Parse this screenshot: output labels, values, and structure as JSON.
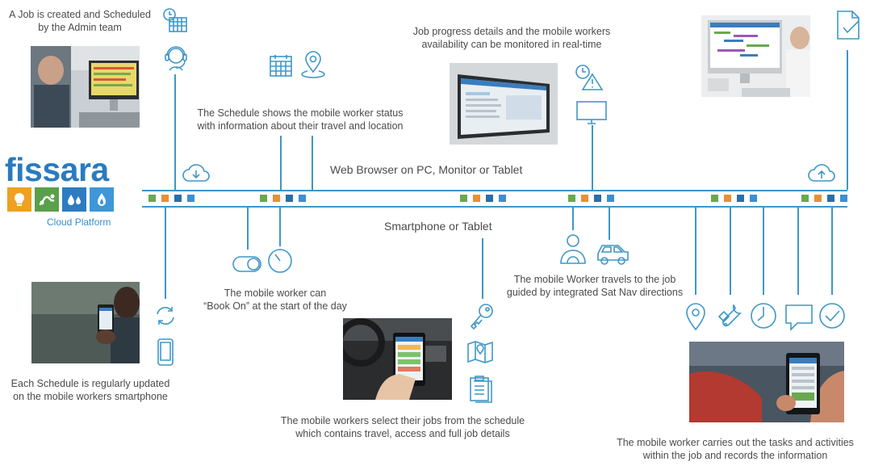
{
  "brand": {
    "name": "fissara",
    "subtitle": "Cloud Platform"
  },
  "bands": {
    "top_label": "Web Browser on PC, Monitor or Tablet",
    "bottom_label": "Smartphone or Tablet"
  },
  "captions": {
    "job_created_1": "A Job is created and Scheduled",
    "job_created_2": "by the Admin team",
    "schedule_status_1": "The Schedule shows the mobile worker status",
    "schedule_status_2": "with information about their travel and location",
    "progress_1": "Job progress details and the mobile workers",
    "progress_2": "availability can be monitored in real-time",
    "book_on_1": "The mobile worker can",
    "book_on_2": "“Book On” at the start of the day",
    "schedule_updated_1": "Each Schedule is regularly updated",
    "schedule_updated_2": "on the mobile workers smartphone",
    "select_jobs_1": "The mobile workers select their jobs from the schedule",
    "select_jobs_2": "which contains travel, access and full job details",
    "travels_1": "The mobile Worker travels to the job",
    "travels_2": "guided by integrated Sat Nav directions",
    "carries_out_1": "The mobile worker carries out the tasks and activities",
    "carries_out_2": "within the job and records the information"
  },
  "colors": {
    "line": "#3f97c6",
    "green": "#6aa84f",
    "orange": "#e69138",
    "blue": "#2a6fa8",
    "lightblue": "#3d8fd1",
    "tile_orange": "#f0a020",
    "tile_green": "#5aa04a",
    "tile_blue": "#2d7cc2",
    "tile_lightblue": "#3d97d9"
  },
  "icons": [
    "clock-calendar-icon",
    "headset-icon",
    "cloud-download-icon",
    "calendar-icon",
    "map-pin-icon",
    "clock-alert-icon",
    "monitor-icon",
    "document-check-icon",
    "cloud-upload-icon",
    "toggle-icon",
    "stopwatch-icon",
    "sync-icon",
    "smartphone-icon",
    "key-icon",
    "map-icon",
    "clipboard-icon",
    "person-icon",
    "car-icon",
    "pin-icon",
    "wrench-icon",
    "clock-icon",
    "chat-icon",
    "check-circle-icon"
  ]
}
